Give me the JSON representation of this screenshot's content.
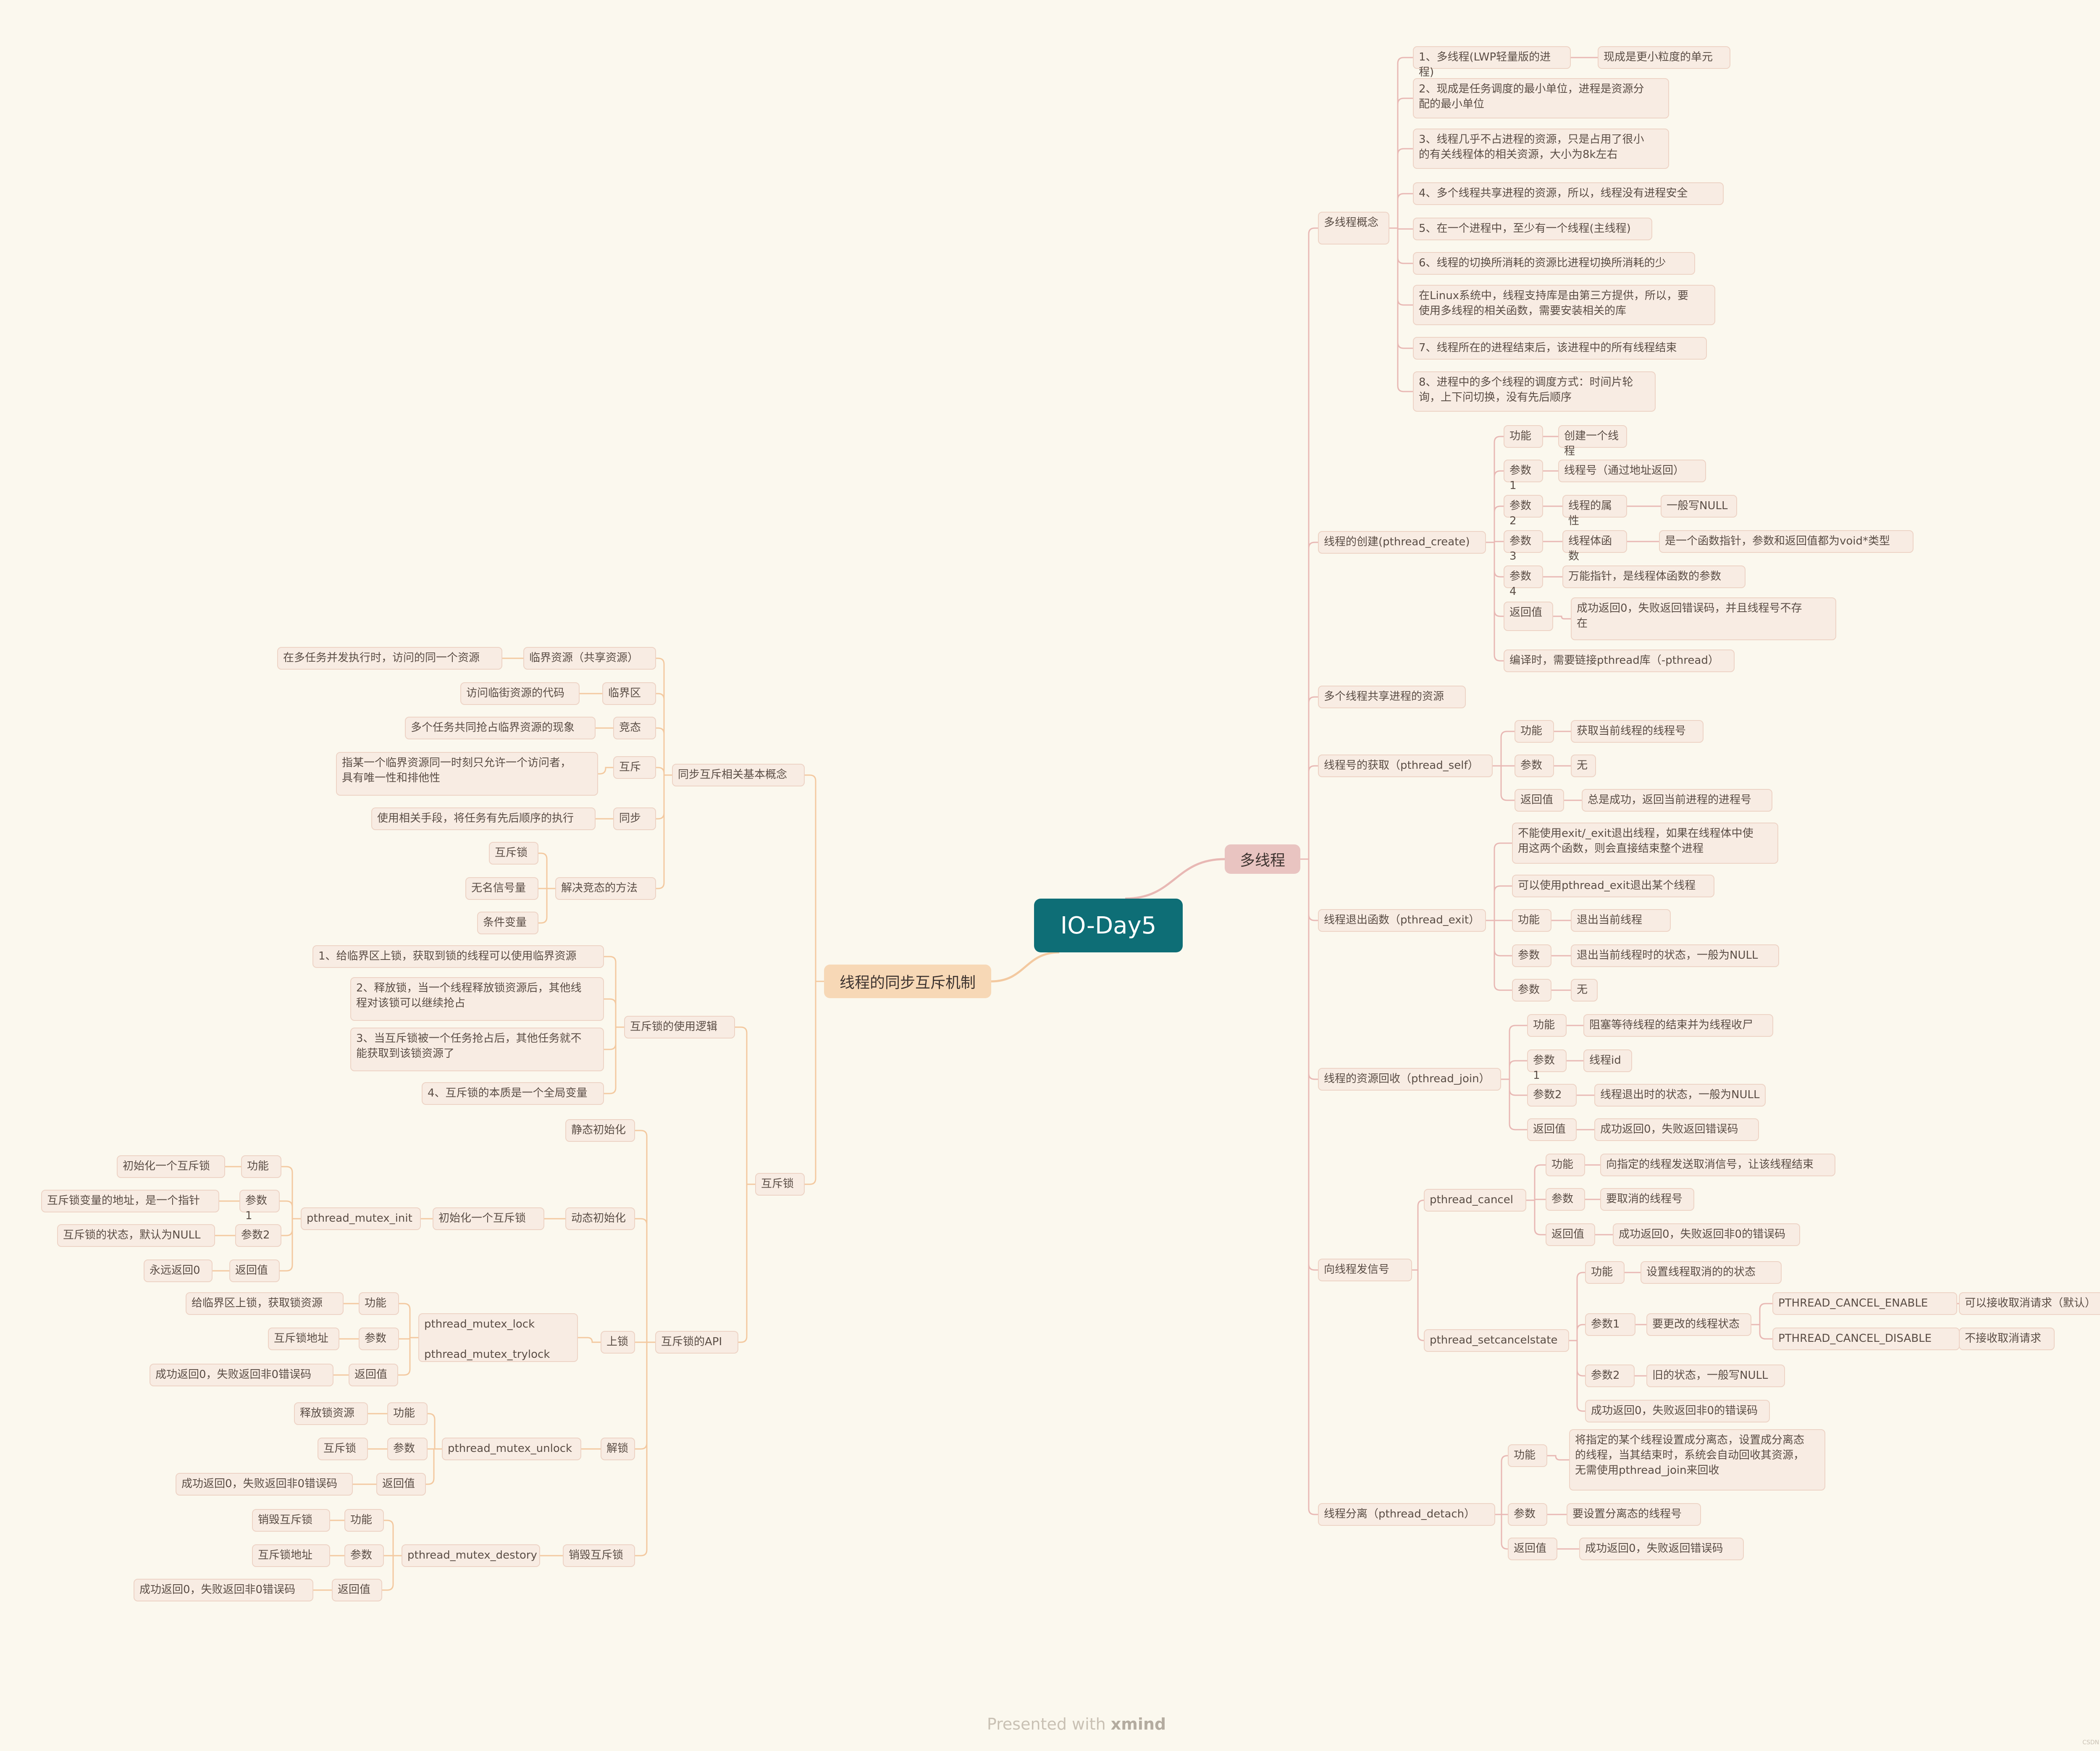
{
  "root": "IO-Day5",
  "footer": {
    "prefix": "Presented with ",
    "brand": "xmind"
  },
  "corner_mark": "CSDN @Lmmos_c2O",
  "colors": {
    "root": "#0e6e76",
    "right_branch": "#e9c4c1",
    "left_branch": "#f7d8b6",
    "line_right": "#e8b8b4",
    "line_left": "#f3c9a0"
  },
  "right": {
    "label": "多线程",
    "children": [
      {
        "label": "多线程概念",
        "children": [
          {
            "label": "1、多线程(LWP轻量版的进程)",
            "children": [
              {
                "label": "现成是更小粒度的单元"
              }
            ]
          },
          {
            "label": "2、现成是任务调度的最小单位，进程是资源分\n配的最小单位"
          },
          {
            "label": "3、线程几乎不占进程的资源，只是占用了很小\n的有关线程体的相关资源，大小为8k左右"
          },
          {
            "label": "4、多个线程共享进程的资源，所以，线程没有进程安全"
          },
          {
            "label": "5、在一个进程中，至少有一个线程(主线程)"
          },
          {
            "label": "6、线程的切换所消耗的资源比进程切换所消耗的少"
          },
          {
            "label": "在Linux系统中，线程支持库是由第三方提供，所以，要\n使用多线程的相关函数，需要安装相关的库"
          },
          {
            "label": "7、线程所在的进程结束后，该进程中的所有线程结束"
          },
          {
            "label": "8、进程中的多个线程的调度方式：时间片轮\n询，上下问切换，没有先后顺序"
          }
        ]
      },
      {
        "label": "线程的创建(pthread_create)",
        "children": [
          {
            "label": "功能",
            "children": [
              {
                "label": "创建一个线程"
              }
            ]
          },
          {
            "label": "参数1",
            "children": [
              {
                "label": "线程号（通过地址返回）"
              }
            ]
          },
          {
            "label": "参数2",
            "children": [
              {
                "label": "线程的属性",
                "children": [
                  {
                    "label": "一般写NULL"
                  }
                ]
              }
            ]
          },
          {
            "label": "参数3",
            "children": [
              {
                "label": "线程体函数",
                "children": [
                  {
                    "label": "是一个函数指针，参数和返回值都为void*类型"
                  }
                ]
              }
            ]
          },
          {
            "label": "参数4",
            "children": [
              {
                "label": "万能指针，是线程体函数的参数"
              }
            ]
          },
          {
            "label": "返回值",
            "children": [
              {
                "label": "成功返回0，失败返回错误码，并且线程号不存\n在"
              }
            ]
          },
          {
            "label": "编译时，需要链接pthread库（-pthread）"
          }
        ]
      },
      {
        "label": "多个线程共享进程的资源"
      },
      {
        "label": "线程号的获取（pthread_self）",
        "children": [
          {
            "label": "功能",
            "children": [
              {
                "label": "获取当前线程的线程号"
              }
            ]
          },
          {
            "label": "参数",
            "children": [
              {
                "label": "无"
              }
            ]
          },
          {
            "label": "返回值",
            "children": [
              {
                "label": "总是成功，返回当前进程的进程号"
              }
            ]
          }
        ]
      },
      {
        "label": "线程退出函数（pthread_exit）",
        "children": [
          {
            "label": "不能使用exit/_exit退出线程，如果在线程体中使\n用这两个函数，则会直接结束整个进程"
          },
          {
            "label": "可以使用pthread_exit退出某个线程"
          },
          {
            "label": "功能",
            "children": [
              {
                "label": "退出当前线程"
              }
            ]
          },
          {
            "label": "参数",
            "children": [
              {
                "label": "退出当前线程时的状态，一般为NULL"
              }
            ]
          },
          {
            "label": "参数",
            "children": [
              {
                "label": "无"
              }
            ]
          }
        ]
      },
      {
        "label": "线程的资源回收（pthread_join）",
        "children": [
          {
            "label": "功能",
            "children": [
              {
                "label": "阻塞等待线程的结束并为线程收尸"
              }
            ]
          },
          {
            "label": "参数1",
            "children": [
              {
                "label": "线程id"
              }
            ]
          },
          {
            "label": "参数2",
            "children": [
              {
                "label": "线程退出时的状态，一般为NULL"
              }
            ]
          },
          {
            "label": "返回值",
            "children": [
              {
                "label": "成功返回0，失败返回错误码"
              }
            ]
          }
        ]
      },
      {
        "label": "向线程发信号",
        "children": [
          {
            "label": "pthread_cancel",
            "children": [
              {
                "label": "功能",
                "children": [
                  {
                    "label": "向指定的线程发送取消信号，让该线程结束"
                  }
                ]
              },
              {
                "label": "参数",
                "children": [
                  {
                    "label": "要取消的线程号"
                  }
                ]
              },
              {
                "label": "返回值",
                "children": [
                  {
                    "label": "成功返回0，失败返回非0的错误码"
                  }
                ]
              }
            ]
          },
          {
            "label": "pthread_setcancelstate",
            "children": [
              {
                "label": "功能",
                "children": [
                  {
                    "label": "设置线程取消的的状态"
                  }
                ]
              },
              {
                "label": "参数1",
                "children": [
                  {
                    "label": "要更改的线程状态",
                    "children": [
                      {
                        "label": "PTHREAD_CANCEL_ENABLE",
                        "children": [
                          {
                            "label": "可以接收取消请求（默认）"
                          }
                        ]
                      },
                      {
                        "label": "PTHREAD_CANCEL_DISABLE",
                        "children": [
                          {
                            "label": "不接收取消请求"
                          }
                        ]
                      }
                    ]
                  }
                ]
              },
              {
                "label": "参数2",
                "children": [
                  {
                    "label": "旧的状态，一般写NULL"
                  }
                ]
              },
              {
                "label": "成功返回0，失败返回非0的错误码"
              }
            ]
          }
        ]
      },
      {
        "label": "线程分离（pthread_detach）",
        "children": [
          {
            "label": "功能",
            "children": [
              {
                "label": "将指定的某个线程设置成分离态，设置成分离态\n的线程，当其结束时，系统会自动回收其资源，\n无需使用pthread_join来回收"
              }
            ]
          },
          {
            "label": "参数",
            "children": [
              {
                "label": "要设置分离态的线程号"
              }
            ]
          },
          {
            "label": "返回值",
            "children": [
              {
                "label": "成功返回0，失败返回错误码"
              }
            ]
          }
        ]
      }
    ]
  },
  "left": {
    "label": "线程的同步互斥机制",
    "children": [
      {
        "label": "同步互斥相关基本概念",
        "children": [
          {
            "label": "临界资源（共享资源）",
            "children": [
              {
                "label": "在多任务并发执行时，访问的同一个资源"
              }
            ]
          },
          {
            "label": "临界区",
            "children": [
              {
                "label": "访问临街资源的代码"
              }
            ]
          },
          {
            "label": "竞态",
            "children": [
              {
                "label": "多个任务共同抢占临界资源的现象"
              }
            ]
          },
          {
            "label": "互斥",
            "children": [
              {
                "label": "指某一个临界资源同一时刻只允许一个访问者，\n具有唯一性和排他性"
              }
            ]
          },
          {
            "label": "同步",
            "children": [
              {
                "label": "使用相关手段，将任务有先后顺序的执行"
              }
            ]
          },
          {
            "label": "解决竞态的方法",
            "children": [
              {
                "label": "互斥锁"
              },
              {
                "label": "无名信号量"
              },
              {
                "label": "条件变量"
              }
            ]
          }
        ]
      },
      {
        "label": "互斥锁",
        "children": [
          {
            "label": "互斥锁的使用逻辑",
            "children": [
              {
                "label": "1、给临界区上锁，获取到锁的线程可以使用临界资源"
              },
              {
                "label": "2、释放锁，当一个线程释放锁资源后，其他线\n程对该锁可以继续抢占"
              },
              {
                "label": "3、当互斥锁被一个任务抢占后，其他任务就不\n能获取到该锁资源了"
              },
              {
                "label": "4、互斥锁的本质是一个全局变量"
              }
            ]
          },
          {
            "label": "互斥锁的API",
            "children": [
              {
                "label": "静态初始化"
              },
              {
                "label": "动态初始化",
                "children": [
                  {
                    "label": "初始化一个互斥锁",
                    "children": [
                      {
                        "label": "pthread_mutex_init",
                        "children": [
                          {
                            "label": "功能",
                            "children": [
                              {
                                "label": "初始化一个互斥锁"
                              }
                            ]
                          },
                          {
                            "label": "参数1",
                            "children": [
                              {
                                "label": "互斥锁变量的地址，是一个指针"
                              }
                            ]
                          },
                          {
                            "label": "参数2",
                            "children": [
                              {
                                "label": "互斥锁的状态，默认为NULL"
                              }
                            ]
                          },
                          {
                            "label": "返回值",
                            "children": [
                              {
                                "label": "永远返回0"
                              }
                            ]
                          }
                        ]
                      }
                    ]
                  }
                ]
              },
              {
                "label": "上锁",
                "children": [
                  {
                    "label": "pthread_mutex_lock\n\npthread_mutex_trylock",
                    "children": [
                      {
                        "label": "功能",
                        "children": [
                          {
                            "label": "给临界区上锁，获取锁资源"
                          }
                        ]
                      },
                      {
                        "label": "参数",
                        "children": [
                          {
                            "label": "互斥锁地址"
                          }
                        ]
                      },
                      {
                        "label": "返回值",
                        "children": [
                          {
                            "label": "成功返回0，失败返回非0错误码"
                          }
                        ]
                      }
                    ]
                  }
                ]
              },
              {
                "label": "解锁",
                "children": [
                  {
                    "label": "pthread_mutex_unlock",
                    "children": [
                      {
                        "label": "功能",
                        "children": [
                          {
                            "label": "释放锁资源"
                          }
                        ]
                      },
                      {
                        "label": "参数",
                        "children": [
                          {
                            "label": "互斥锁"
                          }
                        ]
                      },
                      {
                        "label": "返回值",
                        "children": [
                          {
                            "label": "成功返回0，失败返回非0错误码"
                          }
                        ]
                      }
                    ]
                  }
                ]
              },
              {
                "label": "销毁互斥锁",
                "children": [
                  {
                    "label": "pthread_mutex_destory",
                    "children": [
                      {
                        "label": "功能",
                        "children": [
                          {
                            "label": "销毁互斥锁"
                          }
                        ]
                      },
                      {
                        "label": "参数",
                        "children": [
                          {
                            "label": "互斥锁地址"
                          }
                        ]
                      },
                      {
                        "label": "返回值",
                        "children": [
                          {
                            "label": "成功返回0，失败返回非0错误码"
                          }
                        ]
                      }
                    ]
                  }
                ]
              }
            ]
          }
        ]
      }
    ]
  }
}
